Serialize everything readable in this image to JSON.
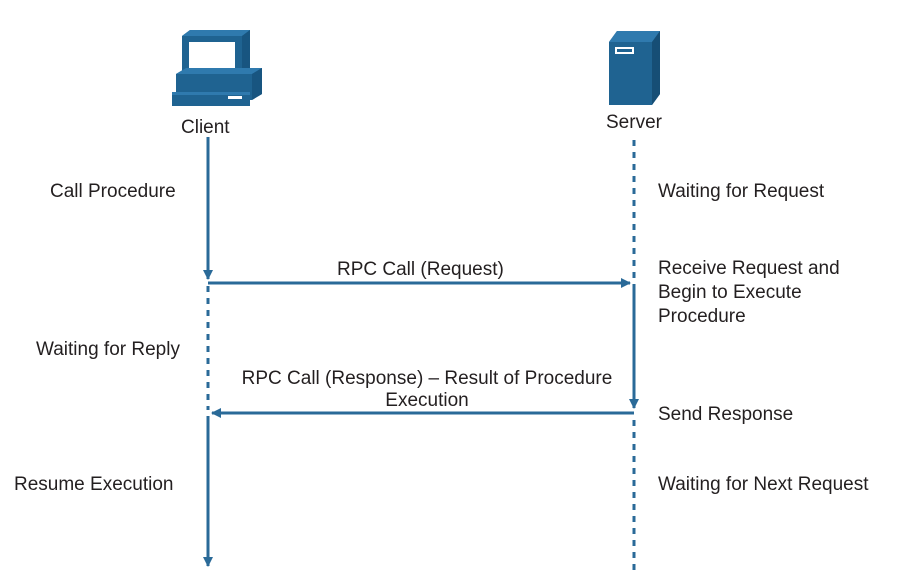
{
  "actors": {
    "client": {
      "label": "Client",
      "icon": "computer-icon"
    },
    "server": {
      "label": "Server",
      "icon": "server-icon"
    }
  },
  "client_steps": {
    "call_procedure": "Call Procedure",
    "waiting_for_reply": "Waiting for Reply",
    "resume_execution": "Resume Execution"
  },
  "server_steps": {
    "waiting_for_request": "Waiting for Request",
    "receive_request": [
      "Receive Request and",
      "Begin to Execute",
      "Procedure"
    ],
    "send_response": "Send Response",
    "waiting_for_next_request": "Waiting for Next Request"
  },
  "messages": {
    "request": "RPC Call (Request)",
    "response": [
      "RPC Call (Response) – Result of Procedure",
      "Execution"
    ]
  },
  "colors": {
    "line": "#2a6a98",
    "icon": "#1f6391",
    "text": "#231f20"
  }
}
